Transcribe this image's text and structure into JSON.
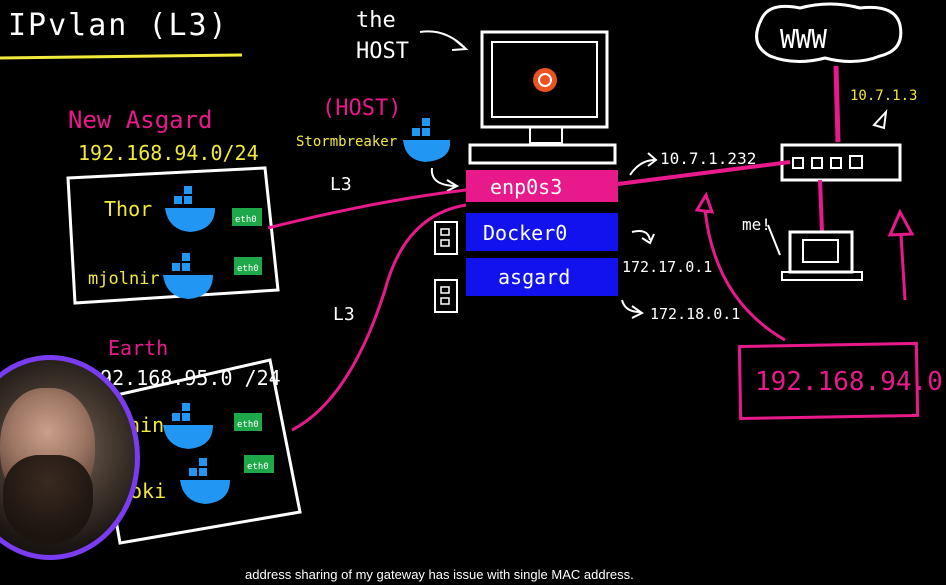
{
  "title": "IPvlan (L3)",
  "host_label": [
    "the",
    "HOST"
  ],
  "www": "WWW",
  "new_asgard": {
    "name": "New Asgard",
    "subnet": "192.168.94.0/24"
  },
  "host_tag": "(HOST)",
  "stormbreaker": "Stormbreaker",
  "thor": "Thor",
  "mjolnir": "mjolnir",
  "earth": {
    "name": "Earth",
    "subnet": "192.168.95.0 /24"
  },
  "earth_containers": [
    "hin",
    "oki"
  ],
  "eth0": "eth0",
  "l3_top": "L3",
  "l3_bottom": "L3",
  "interfaces": [
    "enp0s3",
    "Docker0",
    "asgard"
  ],
  "ip_enp": "10.7.1.232",
  "ip_docker": "172.17.0.1",
  "ip_asgard": "172.18.0.1",
  "ip_router": "10.7.1.3",
  "me": "me!",
  "network_box": "192.168.94.0",
  "caption": "address sharing of my gateway has issue with single MAC address.",
  "colors": {
    "pink": "#e8198b",
    "blue": "#1212ee",
    "yellow": "#f2ea3a",
    "white": "#ffffff",
    "docker": "#2196f3",
    "green": "#1ea84a"
  }
}
